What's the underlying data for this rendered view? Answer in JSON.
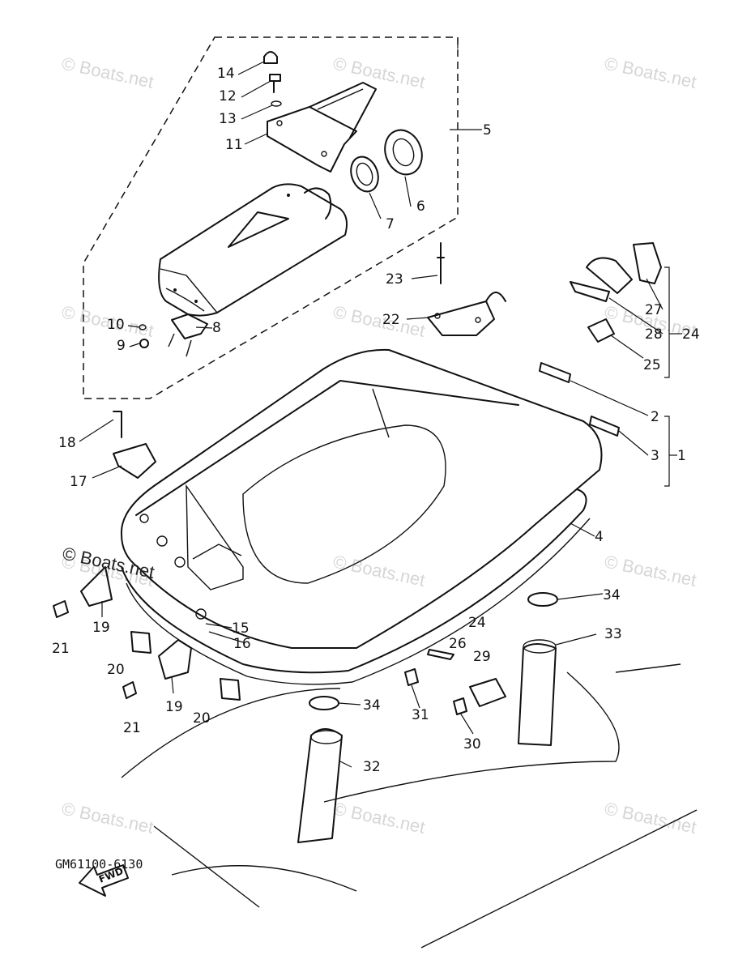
{
  "watermarks": [
    "© Boats.net",
    "© Boats.net",
    "© Boats.net",
    "© Boats.net",
    "© Boats.net",
    "© Boats.net",
    "© Boats.net",
    "© Boats.net",
    "© Boats.net",
    "© Boats.net",
    "© Boats.net",
    "© Boats.net"
  ],
  "inline_watermark": "© Boats.net",
  "callouts": [
    "1",
    "2",
    "3",
    "4",
    "5",
    "6",
    "7",
    "8",
    "9",
    "10",
    "11",
    "12",
    "13",
    "14",
    "15",
    "16",
    "17",
    "18",
    "19",
    "19",
    "20",
    "20",
    "21",
    "21",
    "22",
    "23",
    "24",
    "24",
    "25",
    "26",
    "27",
    "28",
    "29",
    "30",
    "31",
    "32",
    "33",
    "34",
    "34"
  ],
  "fwd_label": "FWD",
  "diagram_code": "GM61100-6130"
}
